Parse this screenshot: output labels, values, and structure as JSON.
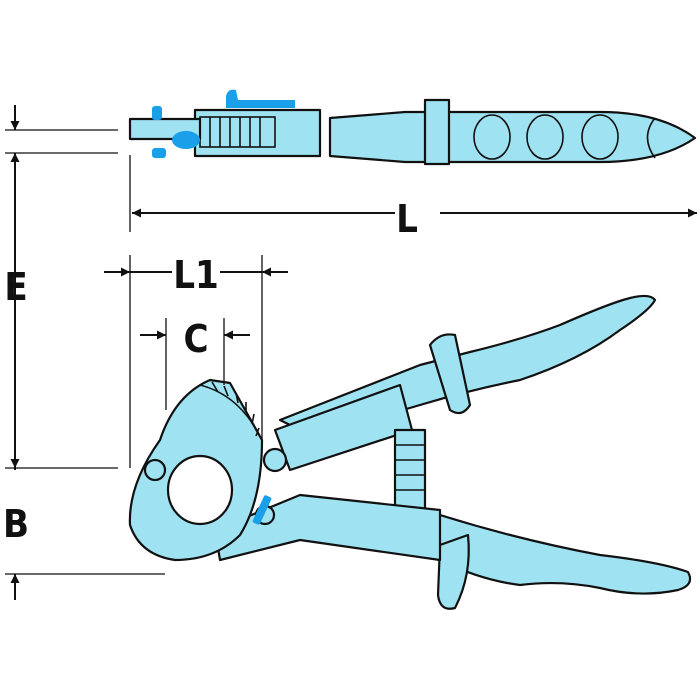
{
  "labels": {
    "L": "L",
    "L1": "L1",
    "C": "C",
    "E": "E",
    "B": "B"
  },
  "colors": {
    "tool_fill": "#9fe3f3",
    "accent": "#1aa0e8",
    "line": "#111111",
    "background": "#ffffff"
  }
}
